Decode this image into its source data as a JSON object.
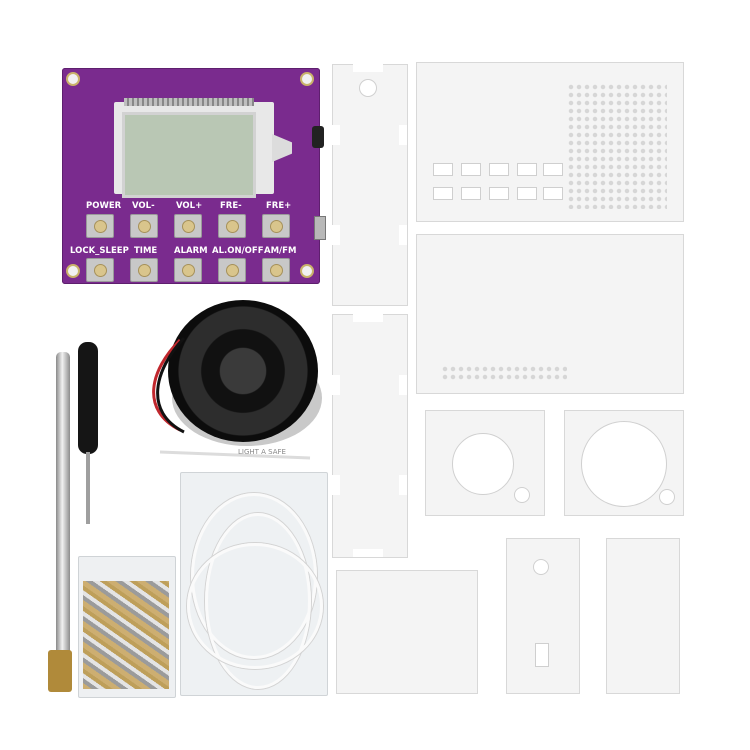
{
  "pcb": {
    "buttons_row1": [
      "POWER",
      "VOL-",
      "VOL+",
      "FRE-",
      "FRE+"
    ],
    "buttons_row2": [
      "LOCK_SLEEP",
      "TIME",
      "ALARM",
      "AL.ON/OFF",
      "AM/FM"
    ]
  },
  "speaker": {
    "wire_label": "LIGHT A SAFE"
  },
  "colors": {
    "pcb": "#7a2b8e",
    "lcd": "#b9c7b4",
    "acrylic": "#f4f4f4",
    "speaker": "#111111",
    "antenna": "#cfcfcf"
  }
}
